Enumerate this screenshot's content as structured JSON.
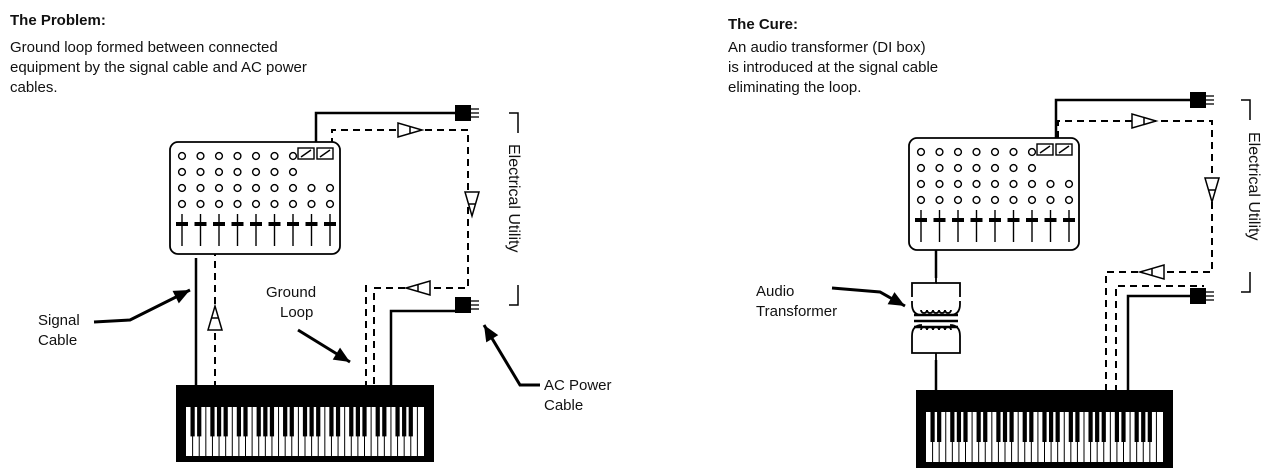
{
  "problem": {
    "title": "The Problem:",
    "description": "Ground loop formed between connected equipment by the signal cable and AC power cables.",
    "labels": {
      "signal_cable": [
        "Signal",
        "Cable"
      ],
      "ground_loop": [
        "Ground",
        "Loop"
      ],
      "ac_power_cable": [
        "AC Power",
        "Cable"
      ],
      "electrical_utility": "Electrical Utility"
    }
  },
  "cure": {
    "title": "The Cure:",
    "description": [
      "An audio  transformer (DI box)",
      "is introduced at the signal cable",
      "eliminating the loop."
    ],
    "labels": {
      "audio_transformer": [
        "Audio",
        "Transformer"
      ],
      "electrical_utility": "Electrical Utility"
    }
  }
}
